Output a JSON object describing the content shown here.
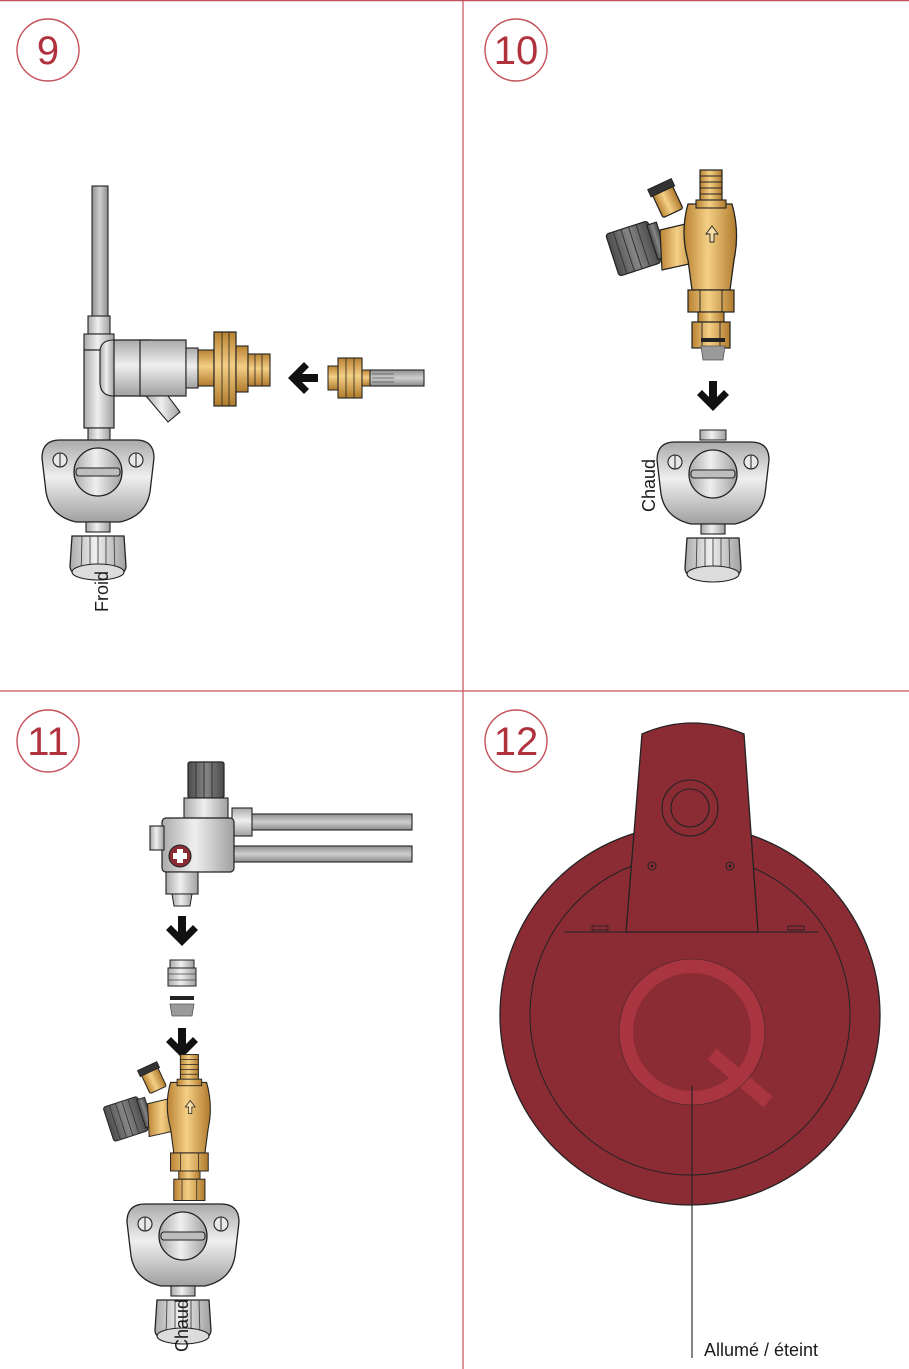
{
  "colors": {
    "frame": "#c4505a",
    "brass": "#e3b05a",
    "chrome": "#d4d4d4",
    "pipe": "#b8b8b8",
    "dark_grey": "#6b6b6b",
    "heater_red": "#8b2c35",
    "q_ring": "#a93541",
    "arrow": "#111111"
  },
  "panels": [
    {
      "step": "9",
      "label": "Froid"
    },
    {
      "step": "10",
      "label": "Chaud"
    },
    {
      "step": "11",
      "label": "Chaud"
    },
    {
      "step": "12",
      "label": "Allumé / éteint"
    }
  ],
  "icons": [
    "arrow-left-icon",
    "arrow-down-icon",
    "plus-icon"
  ]
}
